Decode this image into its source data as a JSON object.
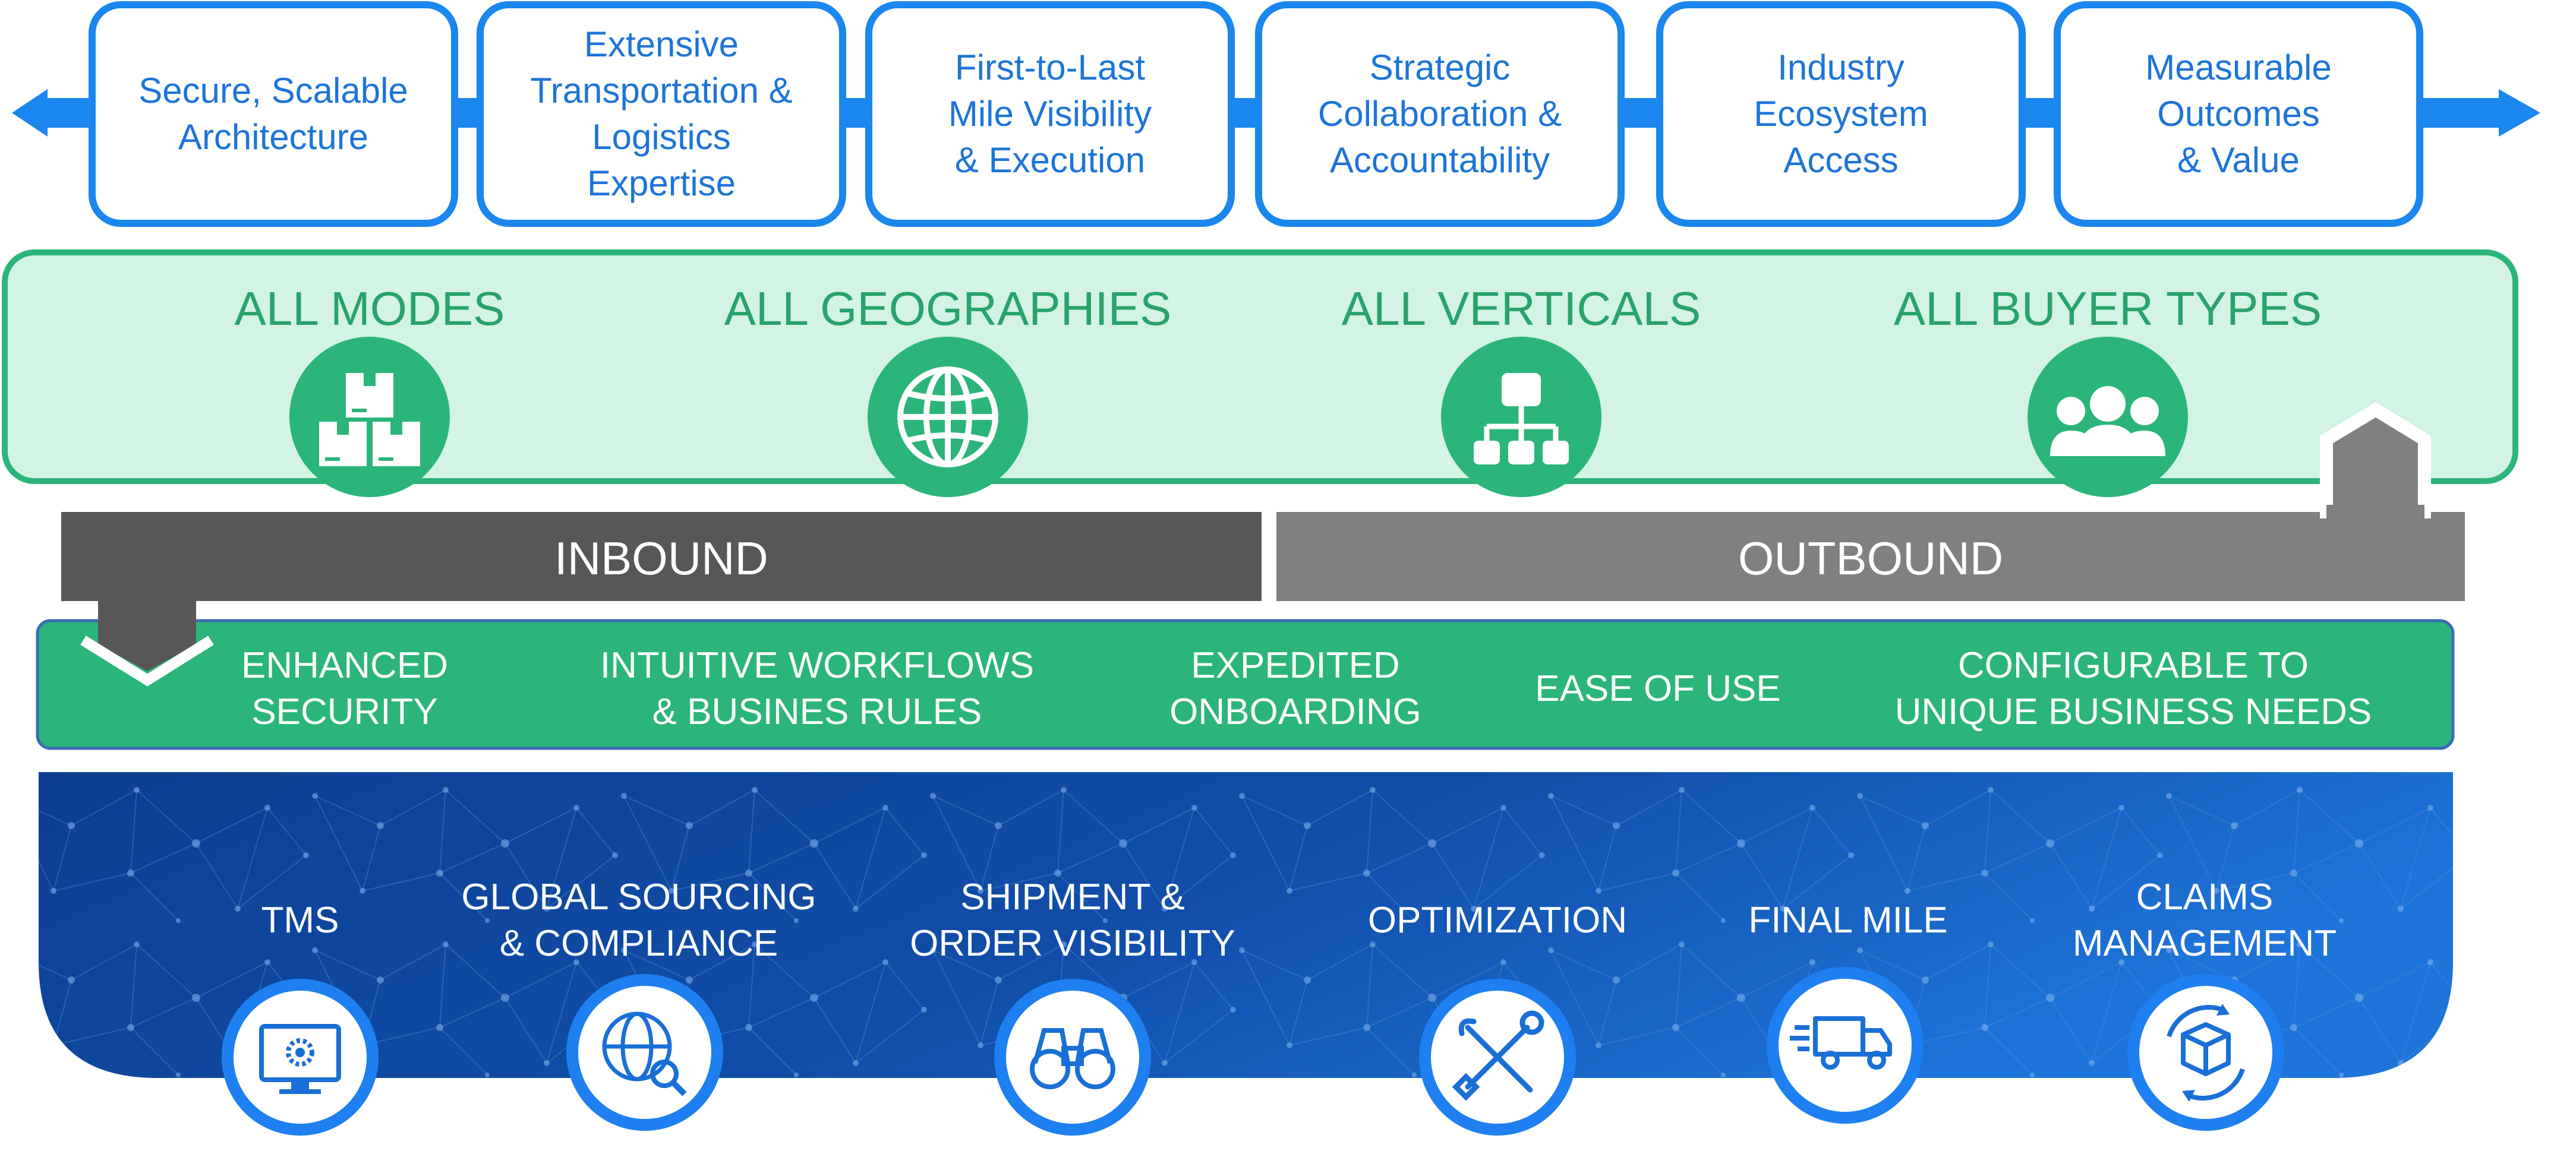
{
  "colors": {
    "pillar_blue": "#1d74d8",
    "pillar_bar_blue": "#1a86ee",
    "coverage_fill": "#d3f3e4",
    "coverage_border": "#2bb57a",
    "coverage_text": "#27a36b",
    "icon_green": "#2bb57a",
    "inbound_bar": "#575757",
    "outbound_bar": "#808080",
    "features_bar": "#2bb57a",
    "solutions_dark": "#0c3f93",
    "solutions_light": "#1e74d9"
  },
  "pillars": [
    {
      "label": "Secure, Scalable\nArchitecture"
    },
    {
      "label": "Extensive\nTransportation &\nLogistics\nExpertise"
    },
    {
      "label": "First-to-Last\nMile Visibility\n& Execution"
    },
    {
      "label": "Strategic\nCollaboration &\nAccountability"
    },
    {
      "label": "Industry\nEcosystem\nAccess"
    },
    {
      "label": "Measurable\nOutcomes\n&  Value"
    }
  ],
  "coverage": [
    {
      "label": "ALL MODES",
      "icon": "boxes-icon"
    },
    {
      "label": "ALL GEOGRAPHIES",
      "icon": "globe-icon"
    },
    {
      "label": "ALL VERTICALS",
      "icon": "hierarchy-icon"
    },
    {
      "label": "ALL BUYER TYPES",
      "icon": "users-group-icon"
    }
  ],
  "flows": {
    "inbound": "INBOUND",
    "outbound": "OUTBOUND"
  },
  "features": [
    {
      "label": "ENHANCED\nSECURITY"
    },
    {
      "label": "INTUITIVE WORKFLOWS\n& BUSINES RULES"
    },
    {
      "label": "EXPEDITED\nONBOARDING"
    },
    {
      "label": "EASE OF USE"
    },
    {
      "label": "CONFIGURABLE TO\nUNIQUE BUSINESS NEEDS"
    }
  ],
  "solutions": [
    {
      "label": "TMS",
      "icon": "monitor-gear-icon"
    },
    {
      "label": "GLOBAL SOURCING\n& COMPLIANCE",
      "icon": "globe-search-icon"
    },
    {
      "label": "SHIPMENT &\nORDER VISIBILITY",
      "icon": "binoculars-icon"
    },
    {
      "label": "OPTIMIZATION",
      "icon": "tools-icon"
    },
    {
      "label": "FINAL MILE",
      "icon": "delivery-truck-icon"
    },
    {
      "label": "CLAIMS\nMANAGEMENT",
      "icon": "package-cycle-icon"
    }
  ]
}
